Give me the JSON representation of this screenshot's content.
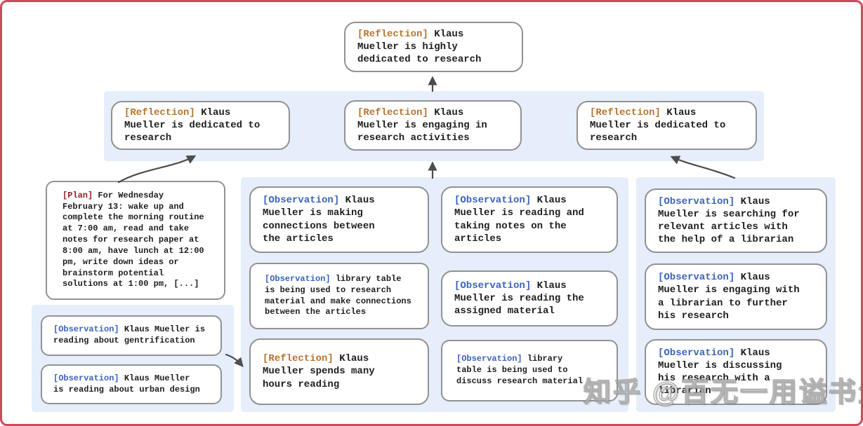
{
  "colors": {
    "frame": "#ce4a5b",
    "panel": "#e5eefa",
    "box_border": "#929292",
    "reflection_tag": "#b9742f",
    "plan_tag": "#8e1f1f",
    "observation_tag": "#3a63bd",
    "arrow": "#4d4d4d"
  },
  "watermark": {
    "text": "知乎 @百无一用谥书生"
  },
  "nodes": {
    "top_reflection": {
      "tag": "[Reflection]",
      "text": " Klaus\nMueller is highly\ndedicated to research"
    },
    "reflection_left": {
      "tag": "[Reflection]",
      "text": " Klaus\nMueller is dedicated to\nresearch"
    },
    "reflection_middle": {
      "tag": "[Reflection]",
      "text": " Klaus\nMueller is engaging in\nresearch activities"
    },
    "reflection_right": {
      "tag": "[Reflection]",
      "text": " Klaus\nMueller is dedicated to\nresearch"
    },
    "plan": {
      "tag": "[Plan]",
      "text": " For Wednesday\nFebruary 13: wake up and\ncomplete the morning routine\nat 7:00 am, read and take\nnotes for research paper at\n8:00 am, have lunch at 12:00\npm, write down ideas or\nbrainstorm potential\nsolutions at 1:00 pm, [...]"
    },
    "obs_gentrification": {
      "tag": "[Observation]",
      "text": " Klaus Mueller is\nreading about gentrification"
    },
    "obs_urban_design": {
      "tag": "[Observation]",
      "text": " Klaus Mueller\nis reading about urban design"
    },
    "obs_connections": {
      "tag": "[Observation]",
      "text": " Klaus\nMueller is making\nconnections between\nthe articles"
    },
    "obs_library_research": {
      "tag": "[Observation]",
      "text": " library table\nis being used to research\nmaterial and make connections\nbetween the articles"
    },
    "reflection_hours": {
      "tag": "[Reflection]",
      "text": " Klaus\nMueller spends many\nhours reading"
    },
    "obs_taking_notes": {
      "tag": "[Observation]",
      "text": " Klaus\nMueller is reading and\ntaking notes on the\narticles"
    },
    "obs_assigned_material": {
      "tag": "[Observation]",
      "text": " Klaus\nMueller is reading the\nassigned material"
    },
    "obs_library_discuss": {
      "tag": "[Observation]",
      "text": " library\ntable is being used to\ndiscuss research material"
    },
    "obs_searching": {
      "tag": "[Observation]",
      "text": " Klaus\nMueller is searching for\nrelevant articles with\nthe help of a librarian"
    },
    "obs_engaging": {
      "tag": "[Observation]",
      "text": " Klaus\nMueller is engaging with\na librarian to further\nhis research"
    },
    "obs_discussing": {
      "tag": "[Observation]",
      "text": " Klaus\nMueller is discussing\nhis research with a\nlibrarian"
    }
  }
}
